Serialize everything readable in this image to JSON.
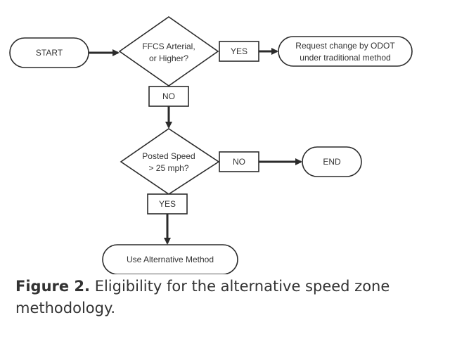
{
  "diagram": {
    "type": "flowchart",
    "nodes": {
      "start": "START",
      "decision1": [
        "FFCS Arterial,",
        "or Higher?"
      ],
      "yes1": "YES",
      "request": [
        "Request change by ODOT",
        "under traditional method"
      ],
      "no1": "NO",
      "decision2": [
        "Posted Speed",
        "> 25 mph?"
      ],
      "no2": "NO",
      "end": "END",
      "yes2": "YES",
      "alt": "Use Alternative Method"
    }
  },
  "caption": {
    "label": "Figure 2.",
    "text": " Eligibility for the alternative speed zone methodology."
  },
  "colors": {
    "stroke": "#2b2b2b",
    "text": "#333333"
  }
}
